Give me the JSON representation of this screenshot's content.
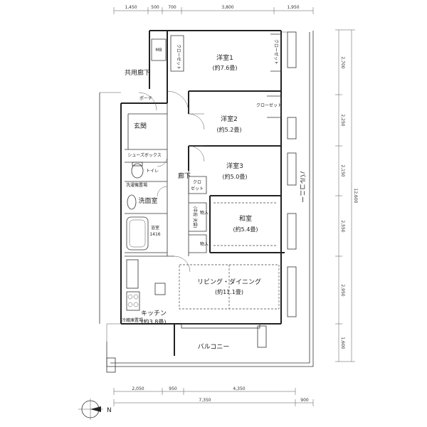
{
  "dimensions": {
    "top": [
      "1,450",
      "500",
      "700",
      "3,800",
      "1,950"
    ],
    "bottom_inner": [
      "2,050",
      "950",
      "4,350"
    ],
    "bottom_outer": [
      "7,350",
      "900"
    ],
    "right": [
      "2,700",
      "2,250",
      "2,150",
      "2,550",
      "2,950",
      "1,600"
    ],
    "right_total": "12,600"
  },
  "rooms": {
    "western1": {
      "name": "洋室1",
      "area": "(約7.6畳)"
    },
    "western2": {
      "name": "洋室2",
      "area": "(約5.2畳)"
    },
    "western3": {
      "name": "洋室3",
      "area": "(約5.0畳)"
    },
    "japanese": {
      "name": "和室",
      "area": "(約5.4畳)"
    },
    "living": {
      "name": "リビング・ダイニング",
      "area": "(約11.1畳)"
    },
    "kitchen": {
      "name": "キッチン",
      "area": "(約3.8畳)"
    },
    "entrance": {
      "name": "玄関"
    },
    "washroom": {
      "name": "洗面室"
    },
    "bath": {
      "name": "浴室",
      "size": "1416"
    },
    "toilet": {
      "name": "トイレ"
    },
    "corridor": {
      "name": "廊下"
    }
  },
  "labels": {
    "mb": "MB",
    "common_corridor": "共用廊下",
    "porch": "ポーチ",
    "closet": "クローゼット",
    "shoe_box": "シューズボックス",
    "storage": "物入",
    "storage2": "物入",
    "storage_upper": "(中段 天袋)",
    "kuro": "クロ",
    "set": "ゼット",
    "balcony_right": "バルコニー",
    "balcony_bottom": "バルコニー",
    "linen": "洗濯機置場",
    "refrigerator": "冷蔵庫置場"
  },
  "north": "N"
}
